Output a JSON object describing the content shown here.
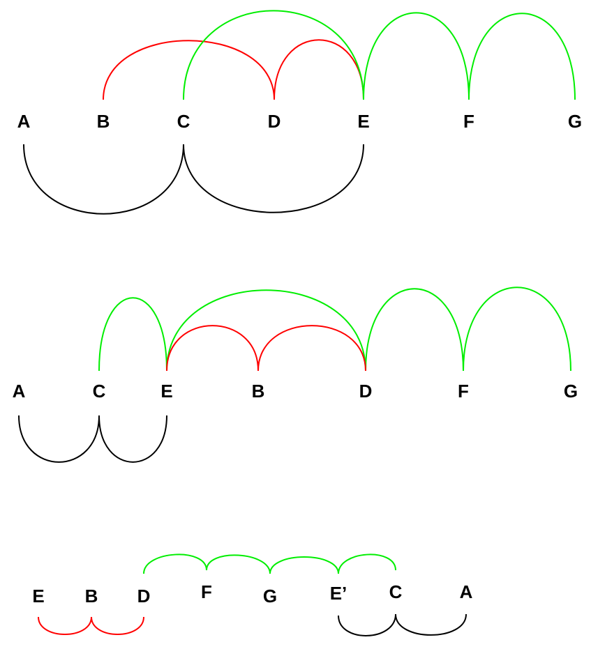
{
  "colors": {
    "black": "#000000",
    "red": "#ff0000",
    "green": "#00ee00"
  },
  "diagrams": [
    {
      "id": "top",
      "nodes": [
        "A",
        "B",
        "C",
        "D",
        "E",
        "F",
        "G"
      ],
      "arcs": [
        {
          "from": "A",
          "to": "C",
          "color": "black",
          "side": "below"
        },
        {
          "from": "C",
          "to": "E",
          "color": "black",
          "side": "below"
        },
        {
          "from": "B",
          "to": "D",
          "color": "red",
          "side": "above"
        },
        {
          "from": "D",
          "to": "E",
          "color": "red",
          "side": "above"
        },
        {
          "from": "C",
          "to": "E",
          "color": "green",
          "side": "above"
        },
        {
          "from": "E",
          "to": "F",
          "color": "green",
          "side": "above"
        },
        {
          "from": "F",
          "to": "G",
          "color": "green",
          "side": "above"
        }
      ]
    },
    {
      "id": "middle",
      "nodes": [
        "A",
        "C",
        "E",
        "B",
        "D",
        "F",
        "G"
      ],
      "arcs": [
        {
          "from": "A",
          "to": "C",
          "color": "black",
          "side": "below"
        },
        {
          "from": "C",
          "to": "E",
          "color": "black",
          "side": "below"
        },
        {
          "from": "C",
          "to": "E",
          "color": "green",
          "side": "above"
        },
        {
          "from": "E",
          "to": "D",
          "color": "green",
          "side": "above"
        },
        {
          "from": "D",
          "to": "F",
          "color": "green",
          "side": "above"
        },
        {
          "from": "F",
          "to": "G",
          "color": "green",
          "side": "above"
        },
        {
          "from": "E",
          "to": "B",
          "color": "red",
          "side": "above"
        },
        {
          "from": "B",
          "to": "D",
          "color": "red",
          "side": "above"
        }
      ]
    },
    {
      "id": "bottom",
      "nodes": [
        "E",
        "B",
        "D",
        "F",
        "G",
        "E’",
        "C",
        "A"
      ],
      "arcs": [
        {
          "from": "E",
          "to": "B",
          "color": "red",
          "side": "below"
        },
        {
          "from": "B",
          "to": "D",
          "color": "red",
          "side": "below"
        },
        {
          "from": "D",
          "to": "F",
          "color": "green",
          "side": "above"
        },
        {
          "from": "F",
          "to": "G",
          "color": "green",
          "side": "above"
        },
        {
          "from": "G",
          "to": "E’",
          "color": "green",
          "side": "above"
        },
        {
          "from": "E’",
          "to": "C",
          "color": "green",
          "side": "above"
        },
        {
          "from": "E’",
          "to": "C",
          "color": "black",
          "side": "below"
        },
        {
          "from": "C",
          "to": "A",
          "color": "black",
          "side": "below"
        }
      ]
    }
  ]
}
